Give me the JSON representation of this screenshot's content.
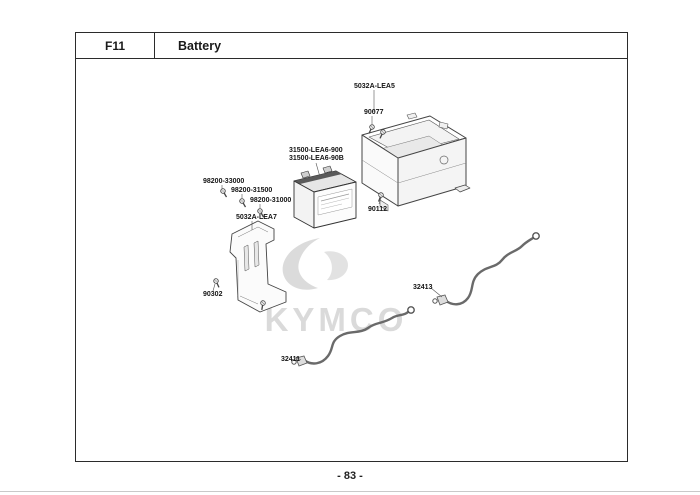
{
  "header": {
    "code": "F11",
    "title": "Battery"
  },
  "footer": {
    "page_number": "- 83 -"
  },
  "watermark": {
    "brand": "KYMCO"
  },
  "parts": {
    "battery_box_label": "5032A-LEA5",
    "box_screw_label": "90077",
    "battery_label_1": "31500-LEA6-900",
    "battery_label_2": "31500-LEA6-90B",
    "screw_label_1": "98200-33000",
    "screw_label_2": "98200-31500",
    "screw_label_3": "98200-31000",
    "bracket_label": "5032A-LEA7",
    "box_bolt_label": "90112",
    "bracket_screw_label": "90302",
    "cable_right_label": "32413",
    "cable_lower_label": "32411"
  }
}
